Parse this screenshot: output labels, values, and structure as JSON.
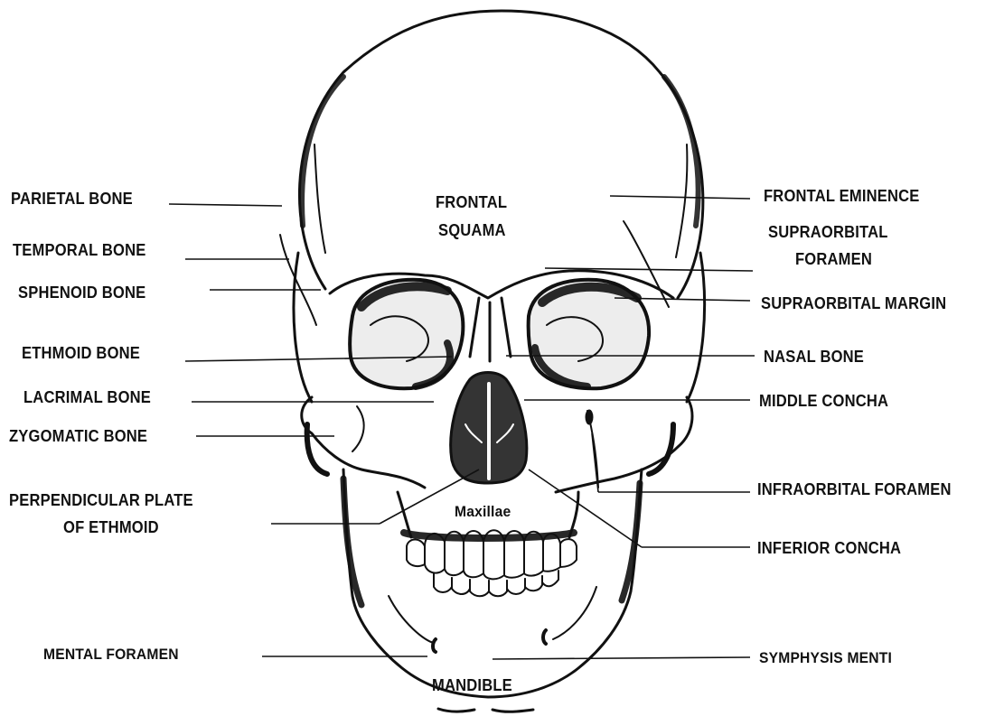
{
  "labels_left": {
    "parietal_bone": "PARIETAL BONE",
    "temporal_bone": "TEMPORAL BONE",
    "sphenoid_bone": "SPHENOID BONE",
    "ethmoid_bone": "ETHMOID BONE",
    "lacrimal_bone": "LACRIMAL BONE",
    "zygomatic_bone": "ZYGOMATIC BONE",
    "perpendicular_plate_line1": "PERPENDICULAR PLATE",
    "perpendicular_plate_line2": "OF ETHMOID",
    "mental_foramen": "MENTAL FORAMEN"
  },
  "labels_right": {
    "frontal_eminence": "FRONTAL EMINENCE",
    "supraorbital_foramen_line1": "SUPRAORBITAL",
    "supraorbital_foramen_line2": "FORAMEN",
    "supraorbital_margin": "SUPRAORBITAL MARGIN",
    "nasal_bone": "NASAL BONE",
    "middle_concha": "MIDDLE CONCHA",
    "infraorbital_foramen": "INFRAORBITAL FORAMEN",
    "inferior_concha": "INFERIOR CONCHA",
    "symphysis_menti": "SYMPHYSIS MENTI"
  },
  "labels_on_skull": {
    "frontal_line1": "FRONTAL",
    "frontal_line2": "SQUAMA",
    "maxillae": "Maxillae",
    "mandible": "MANDIBLE"
  },
  "colors": {
    "ink": "#111111",
    "background": "#ffffff"
  }
}
